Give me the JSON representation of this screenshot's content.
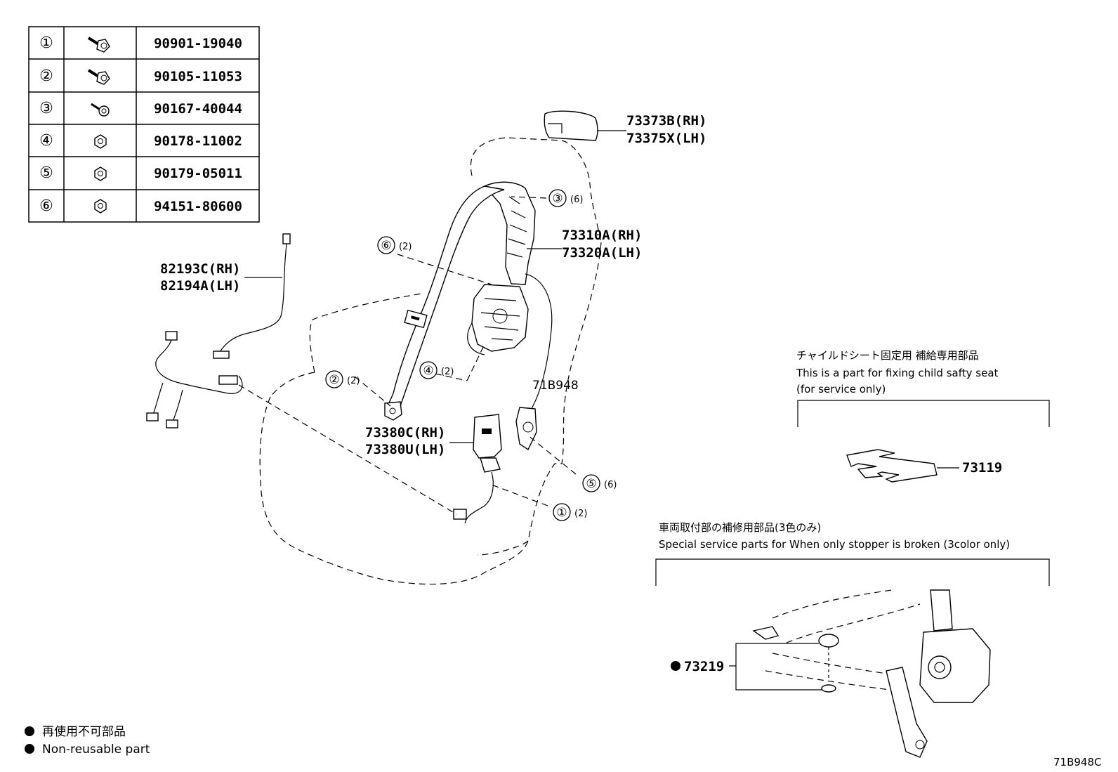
{
  "fastener_table": [
    {
      "num": "①",
      "part_no": "90901-19040"
    },
    {
      "num": "②",
      "part_no": "90105-11053"
    },
    {
      "num": "③",
      "part_no": "90167-40044"
    },
    {
      "num": "④",
      "part_no": "90178-11002"
    },
    {
      "num": "⑤",
      "part_no": "90179-05011"
    },
    {
      "num": "⑥",
      "part_no": "94151-80600"
    }
  ],
  "parts": {
    "cover_rh": "73373B(RH)",
    "cover_lh": "73375X(LH)",
    "belt_rh": "73310A(RH)",
    "belt_lh": "73320A(LH)",
    "harness_rh": "82193C(RH)",
    "harness_lh": "82194A(LH)",
    "buckle_rh": "73380C(RH)",
    "buckle_lh": "73380U(LH)",
    "child_seat_part": "73119",
    "stopper_part": "73219"
  },
  "callouts": {
    "c3": {
      "num": "③",
      "qty": "(6)"
    },
    "c6": {
      "num": "⑥",
      "qty": "(2)"
    },
    "c4": {
      "num": "④",
      "qty": "(2)"
    },
    "c2": {
      "num": "②",
      "qty": "(2)"
    },
    "c5": {
      "num": "⑤",
      "qty": "(6)"
    },
    "c1": {
      "num": "①",
      "qty": "(2)"
    }
  },
  "center_ref": "71B948",
  "child_seat_note": {
    "jp": "チャイルドシート固定用 補給専用部品",
    "en1": "This is a part for fixing child safty seat",
    "en2": "(for service only)"
  },
  "stopper_note": {
    "jp": "車両取付部の補修用部品(3色のみ)",
    "en": "Special service parts for When only stopper is broken (3color only)"
  },
  "legend": {
    "jp": "再使用不可部品",
    "en": "Non-reusable part"
  },
  "figure_ref": "71B948C"
}
